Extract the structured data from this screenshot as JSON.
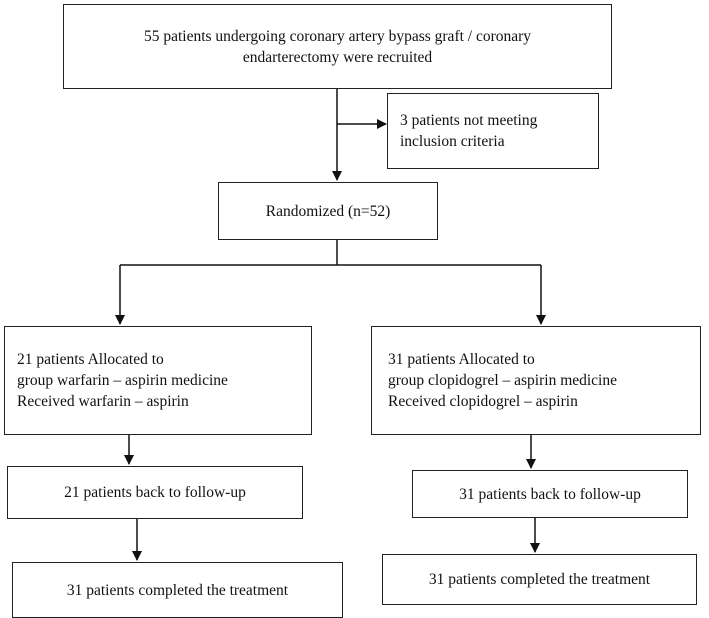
{
  "nodes": {
    "recruited": {
      "lines": [
        "55 patients undergoing coronary artery bypass graft / coronary",
        "endarterectomy were recruited"
      ]
    },
    "excluded": {
      "lines": [
        "3 patients not meeting",
        "inclusion criteria"
      ]
    },
    "randomized": {
      "lines": [
        "Randomized (n=52)"
      ]
    },
    "warfarin_allocated": {
      "lines": [
        "21 patients Allocated to",
        "group warfarin – aspirin medicine",
        "Received  warfarin – aspirin"
      ]
    },
    "clopidogrel_allocated": {
      "lines": [
        "31 patients Allocated to",
        "group clopidogrel  – aspirin medicine",
        "Received  clopidogrel – aspirin"
      ]
    },
    "warfarin_followup": {
      "lines": [
        "21 patients back to follow-up"
      ]
    },
    "clopidogrel_followup": {
      "lines": [
        "31 patients back to follow-up"
      ]
    },
    "warfarin_completed": {
      "lines": [
        "31 patients completed the treatment"
      ]
    },
    "clopidogrel_completed": {
      "lines": [
        "31 patients completed the treatment"
      ]
    }
  },
  "edges": [
    {
      "from": "recruited",
      "to": "randomized"
    },
    {
      "from": "recruited",
      "to": "excluded"
    },
    {
      "from": "randomized",
      "to": "warfarin_allocated"
    },
    {
      "from": "randomized",
      "to": "clopidogrel_allocated"
    },
    {
      "from": "warfarin_allocated",
      "to": "warfarin_followup"
    },
    {
      "from": "clopidogrel_allocated",
      "to": "clopidogrel_followup"
    },
    {
      "from": "warfarin_followup",
      "to": "warfarin_completed"
    },
    {
      "from": "clopidogrel_followup",
      "to": "clopidogrel_completed"
    }
  ]
}
